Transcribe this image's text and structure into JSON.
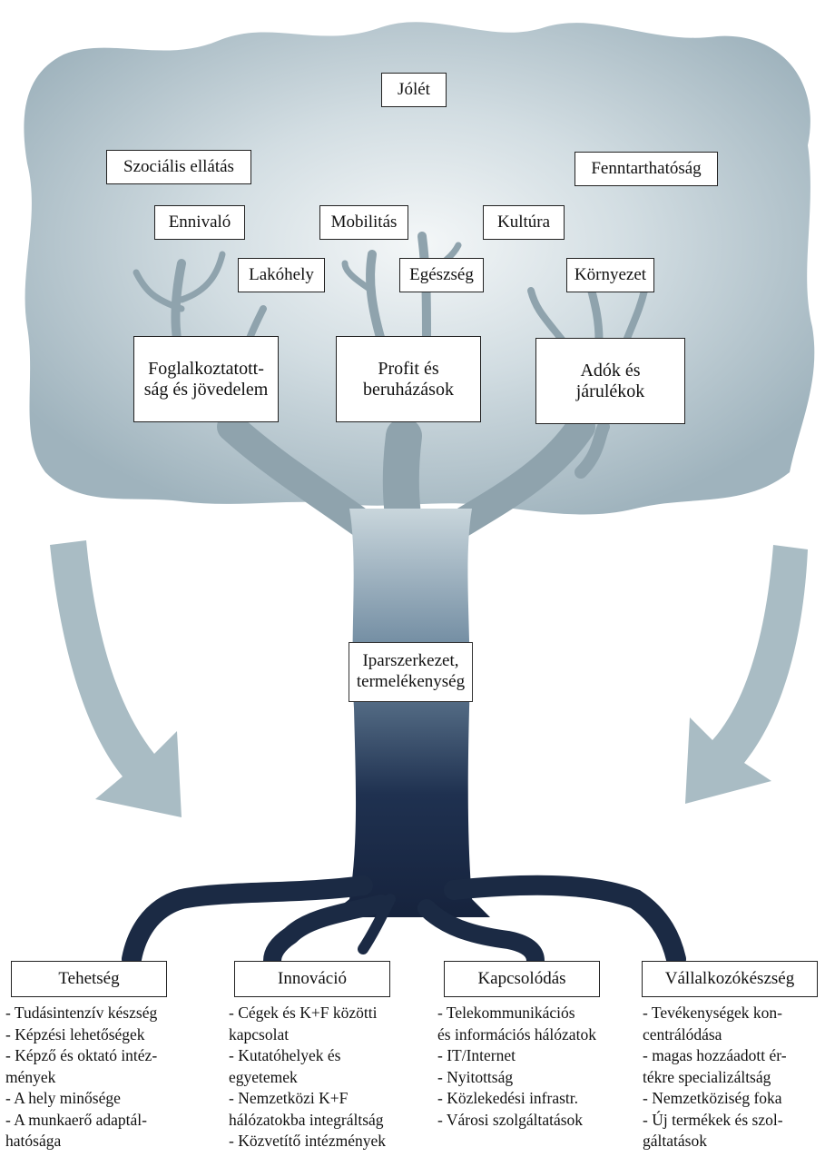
{
  "canopy": {
    "labels": {
      "jolet": "Jólét",
      "szocialis": "Szociális ellátás",
      "fenntarthatosag": "Fenntarthatóság",
      "ennivalo": "Ennivaló",
      "mobilitas": "Mobilitás",
      "kultura": "Kultúra",
      "lakohely": "Lakóhely",
      "egeszseg": "Egészség",
      "kornyezet": "Környezet"
    },
    "branches": {
      "foglalkoztatottsag": "Foglalkoztatott-ság és jövedelem",
      "profit": "Profit és beruházások",
      "adok": "Adók és járulékok"
    }
  },
  "trunk": {
    "label": "Iparszerkezet, termelékenység"
  },
  "roots": [
    {
      "title": "Tehetség",
      "items": [
        "- Tudásintenzív készség",
        "- Képzési lehetőségek",
        "- Képző és oktató intéz-",
        "mények",
        "- A hely minősége",
        "- A munkaerő adaptál-",
        "hatósága"
      ]
    },
    {
      "title": "Innováció",
      "items": [
        "- Cégek és K+F közötti",
        "kapcsolat",
        "- Kutatóhelyek és",
        "egyetemek",
        "- Nemzetközi K+F",
        "hálózatokba integráltság",
        "- Közvetítő intézmények"
      ]
    },
    {
      "title": "Kapcsolódás",
      "items": [
        "- Telekommunikációs",
        "és információs hálózatok",
        "- IT/Internet",
        "- Nyitottság",
        "- Közlekedési infrastr.",
        "- Városi szolgáltatások"
      ]
    },
    {
      "title": "Vállalkozókészség",
      "items": [
        "- Tevékenységek kon-",
        "centrálódása",
        "- magas hozzáadott ér-",
        "tékre specializáltság",
        "- Nemzetköziség foka",
        "- Új termékek és szol-",
        "gáltatások"
      ]
    }
  ],
  "colors": {
    "canopy": "#b7c6cd",
    "branch": "#8fa3ad",
    "trunk_dark": "#1b2a44",
    "arrow": "#a9bcc4"
  }
}
